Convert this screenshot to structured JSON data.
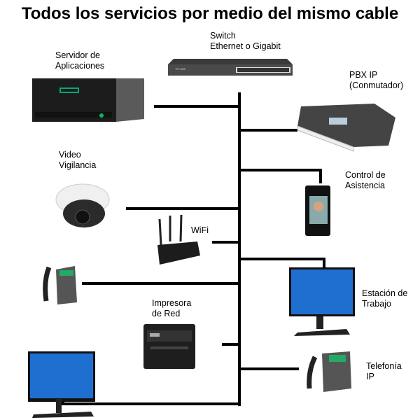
{
  "title": "Todos los servicios por medio del mismo cable",
  "devices": {
    "switch": {
      "line1": "Switch",
      "line2": "Ethernet o Gigabit",
      "brand": "TP-LINK"
    },
    "server": {
      "line1": "Servidor de",
      "line2": "Aplicaciones"
    },
    "pbx": {
      "line1": "PBX IP",
      "line2": "(Conmutador)"
    },
    "camera": {
      "line1": "Video",
      "line2": "Vigilancia"
    },
    "attendance": {
      "line1": "Control de",
      "line2": "Asistencia"
    },
    "wifi": {
      "line1": "WiFi"
    },
    "workstation": {
      "line1": "Estación de",
      "line2": "Trabajo"
    },
    "printer": {
      "line1": "Impresora",
      "line2": "de Red"
    },
    "ip_phone": {
      "line1": "Telefonía",
      "line2": "IP"
    }
  },
  "colors": {
    "cable": "#000000",
    "screen": "#1f6fd1",
    "device_dark": "#2a2a2a",
    "server_accent": "#00a878"
  }
}
